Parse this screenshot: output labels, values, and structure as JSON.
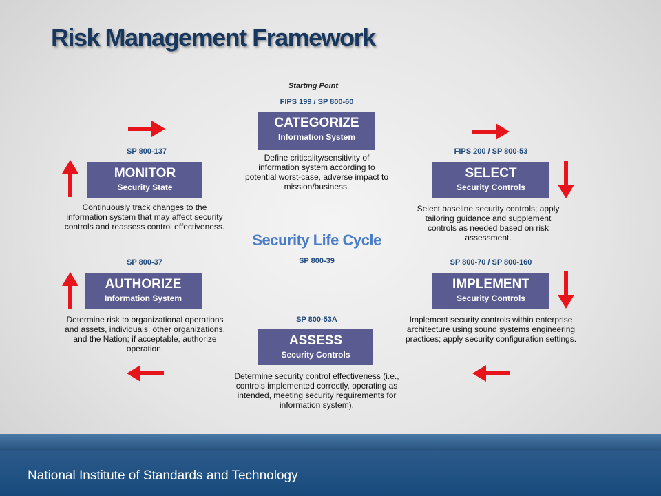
{
  "title": "Risk Management Framework",
  "center_label": "Security Life Cycle",
  "center_ref": "SP 800-39",
  "categorize": {
    "note": "Starting Point",
    "ref": "FIPS 199 / SP 800-60",
    "title": "CATEGORIZE",
    "subtitle": "Information System",
    "desc": "Define criticality/sensitivity of information system according to potential worst-case, adverse impact to mission/business."
  },
  "select": {
    "ref": "FIPS 200 / SP 800-53",
    "title": "SELECT",
    "subtitle": "Security Controls",
    "desc": "Select baseline security controls; apply tailoring guidance and supplement controls as needed based on risk assessment."
  },
  "implement": {
    "ref": "SP 800-70 / SP 800-160",
    "title": "IMPLEMENT",
    "subtitle": "Security Controls",
    "desc": "Implement security controls within enterprise architecture using sound systems engineering practices; apply security configuration settings."
  },
  "assess": {
    "ref": "SP 800-53A",
    "title": "ASSESS",
    "subtitle": "Security Controls",
    "desc": "Determine security control effectiveness (i.e., controls implemented correctly, operating as intended, meeting security requirements for information system)."
  },
  "authorize": {
    "ref": "SP 800-37",
    "title": "AUTHORIZE",
    "subtitle": "Information System",
    "desc": "Determine risk to organizational operations and assets, individuals, other organizations, and the Nation; if acceptable, authorize operation."
  },
  "monitor": {
    "ref": "SP 800-137",
    "title": "MONITOR",
    "subtitle": "Security State",
    "desc": "Continuously track changes to the information system that may affect security controls and reassess control effectiveness."
  },
  "footer": "National Institute of Standards and Technology",
  "colors": {
    "title": "#17375e",
    "box": "#5a5c91",
    "ref": "#1f497d",
    "center": "#4a7cc7",
    "arrow": "#e8141b",
    "footer": "#174a7c"
  },
  "arrows": [
    "arrow-right-icon",
    "arrow-right-icon",
    "arrow-down-icon",
    "arrow-down-icon",
    "arrow-left-icon",
    "arrow-left-icon",
    "arrow-up-icon",
    "arrow-up-icon"
  ]
}
